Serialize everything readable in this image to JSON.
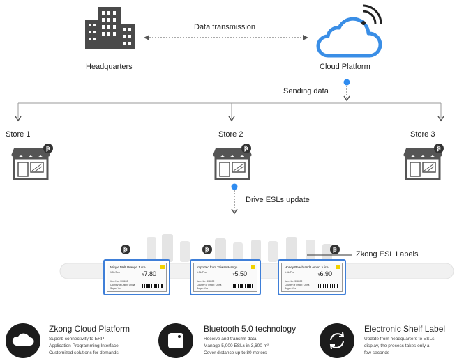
{
  "flow": {
    "data_transmission": "Data transmission",
    "headquarters": "Headquarters",
    "cloud_platform": "Cloud Platform",
    "sending_data": "Sending data",
    "drive_update": "Drive ESLs update",
    "esl_labels": "Zkong ESL Labels"
  },
  "stores": [
    "Store 1",
    "Store 2",
    "Store 3"
  ],
  "labels": [
    {
      "name": "Mikyle Melt Orange Juice",
      "spec": "1.5L/Pcs",
      "price": "7.80",
      "currency": "¥",
      "item_no": "Item No.: 308692",
      "origin": "Country of Origin: China",
      "sugar": "Sugar: Yes"
    },
    {
      "name": "Imported from Taiwan Mango",
      "spec": "1.5L/Pcs",
      "price": "5.50",
      "currency": "¥",
      "item_no": "Item No.: 308692",
      "origin": "Country of Origin: China",
      "sugar": "Sugar: Yes"
    },
    {
      "name": "Honey Peach and Lemon Juice",
      "spec": "1.5L/Pcs",
      "price": "6.90",
      "currency": "¥",
      "item_no": "Item No.: 308692",
      "origin": "Country of Origin: China",
      "sugar": "Sugar: Yes"
    }
  ],
  "features": [
    {
      "title": "Zkong Cloud Platform",
      "icon": "cloud-icon",
      "lines": [
        "Superb connectivity to ERP",
        "Application Programming Interface",
        "Customized solutions for demands"
      ]
    },
    {
      "title": "Bluetooth 5.0 technology",
      "icon": "bluetooth-chip-icon",
      "lines": [
        "Receive and transmit data",
        "Manage 5,000 ESLs in 3,600 m²",
        "Cover distance up to 80 meters"
      ]
    },
    {
      "title": "Electronic Shelf Label",
      "icon": "refresh-icon",
      "lines": [
        "Update from headquarters to ESLs",
        "display, the process takes only a",
        "few seconds"
      ]
    }
  ],
  "colors": {
    "accent_blue": "#3f7fd8",
    "cloud_blue": "#3a8ee6",
    "dot_blue": "#2f8cf0",
    "line_gray": "#9a9a9a",
    "icon_dark": "#4a4a4a"
  }
}
